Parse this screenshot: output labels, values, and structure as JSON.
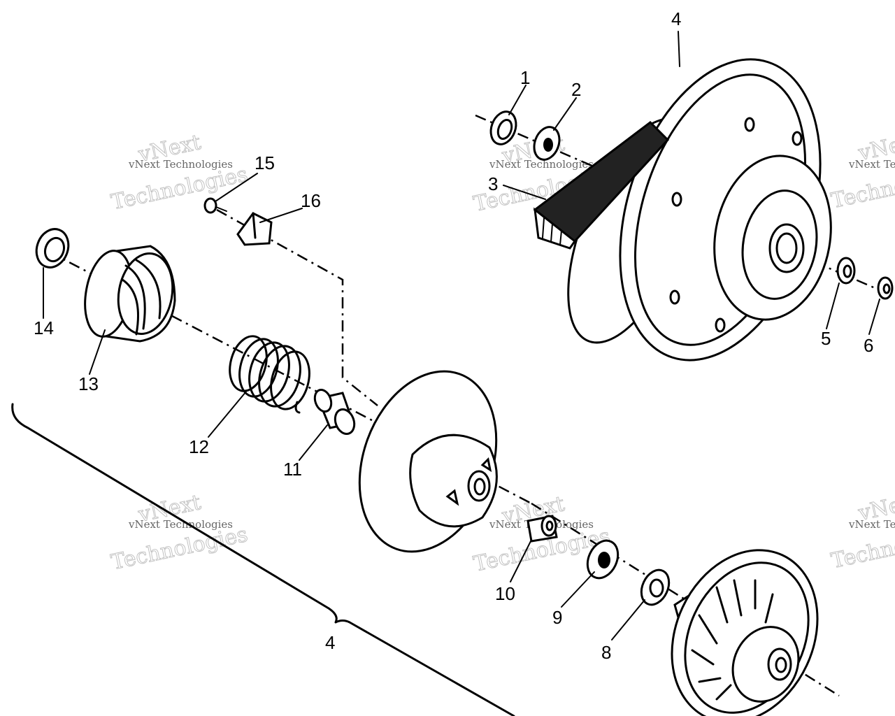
{
  "diagram": {
    "callouts": {
      "c1": "1",
      "c2": "2",
      "c3": "3",
      "c4a": "4",
      "c4b": "4",
      "c5": "5",
      "c6": "6",
      "c8": "8",
      "c9": "9",
      "c10": "10",
      "c11": "11",
      "c12": "12",
      "c13": "13",
      "c14": "14",
      "c15": "15",
      "c16": "16"
    },
    "watermark": {
      "line_small": "vNext Technologies",
      "line_big_a": "vNext",
      "line_big_b": "Technologies"
    }
  }
}
